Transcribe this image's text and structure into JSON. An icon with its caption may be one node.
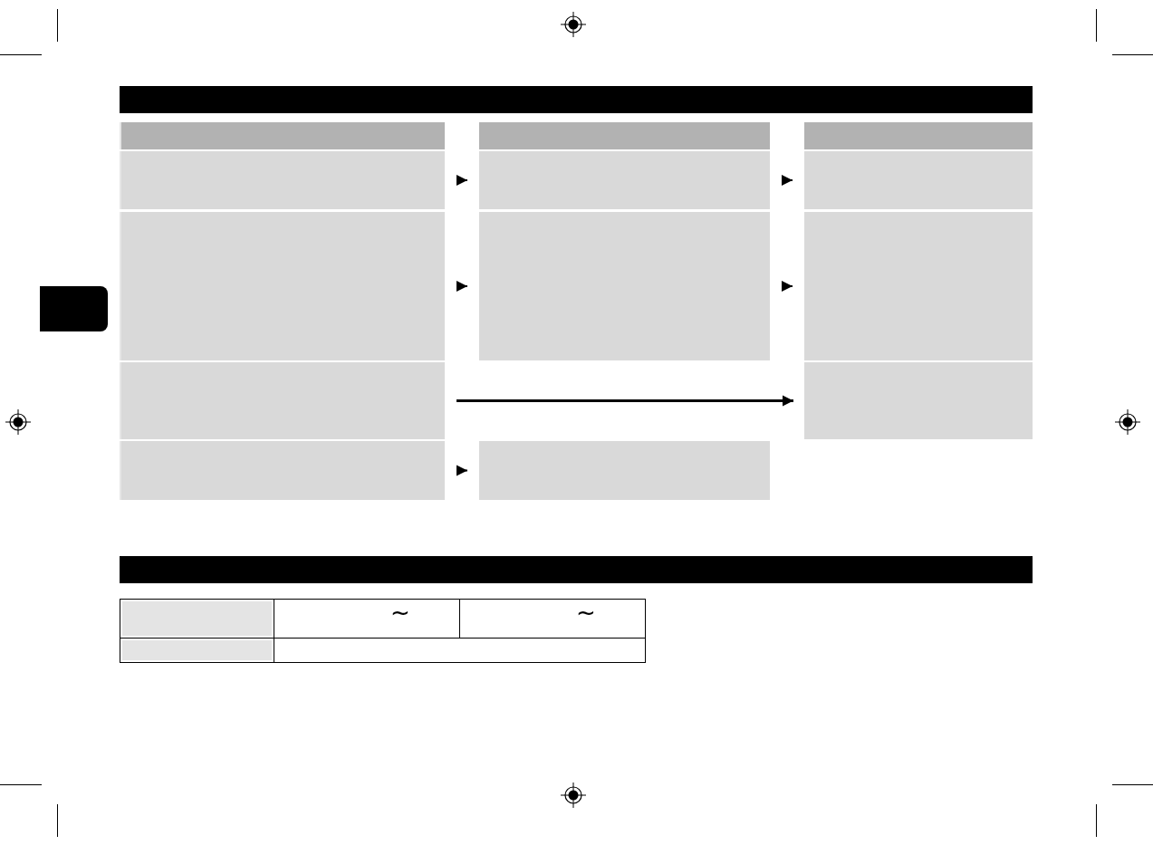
{
  "diagram": {
    "nodes": [
      {
        "text": [],
        "shape": "box"
      },
      {
        "text": [],
        "shape": "box"
      },
      {
        "text": [],
        "shape": "box"
      },
      {
        "text": [],
        "shape": "box"
      },
      {
        "text": [],
        "shape": "box"
      },
      {
        "text": [],
        "shape": "box"
      },
      {
        "text": [],
        "shape": "box"
      },
      {
        "text": [],
        "shape": "box"
      },
      {
        "text": [],
        "shape": "box"
      },
      {
        "text": [],
        "shape": "box"
      },
      {
        "text": [],
        "shape": "box"
      },
      {
        "text": [],
        "shape": "box"
      },
      {
        "text": [],
        "shape": "box"
      },
      {
        "text": [],
        "shape": "box"
      },
      {
        "text": [],
        "shape": "box"
      },
      {
        "text": [],
        "shape": "box"
      }
    ],
    "edges": [
      {
        "from": 4,
        "to": 5,
        "arrow": "to"
      },
      {
        "from": 5,
        "to": 6,
        "arrow": "to"
      },
      {
        "from": 7,
        "to": 8,
        "arrow": "to"
      },
      {
        "from": 8,
        "to": 9,
        "arrow": "to"
      },
      {
        "from": 10,
        "to": 11,
        "arrow": "to"
      },
      {
        "from": 12,
        "to": 13,
        "arrow": "to"
      }
    ],
    "labels": [
      "~",
      "~"
    ]
  }
}
